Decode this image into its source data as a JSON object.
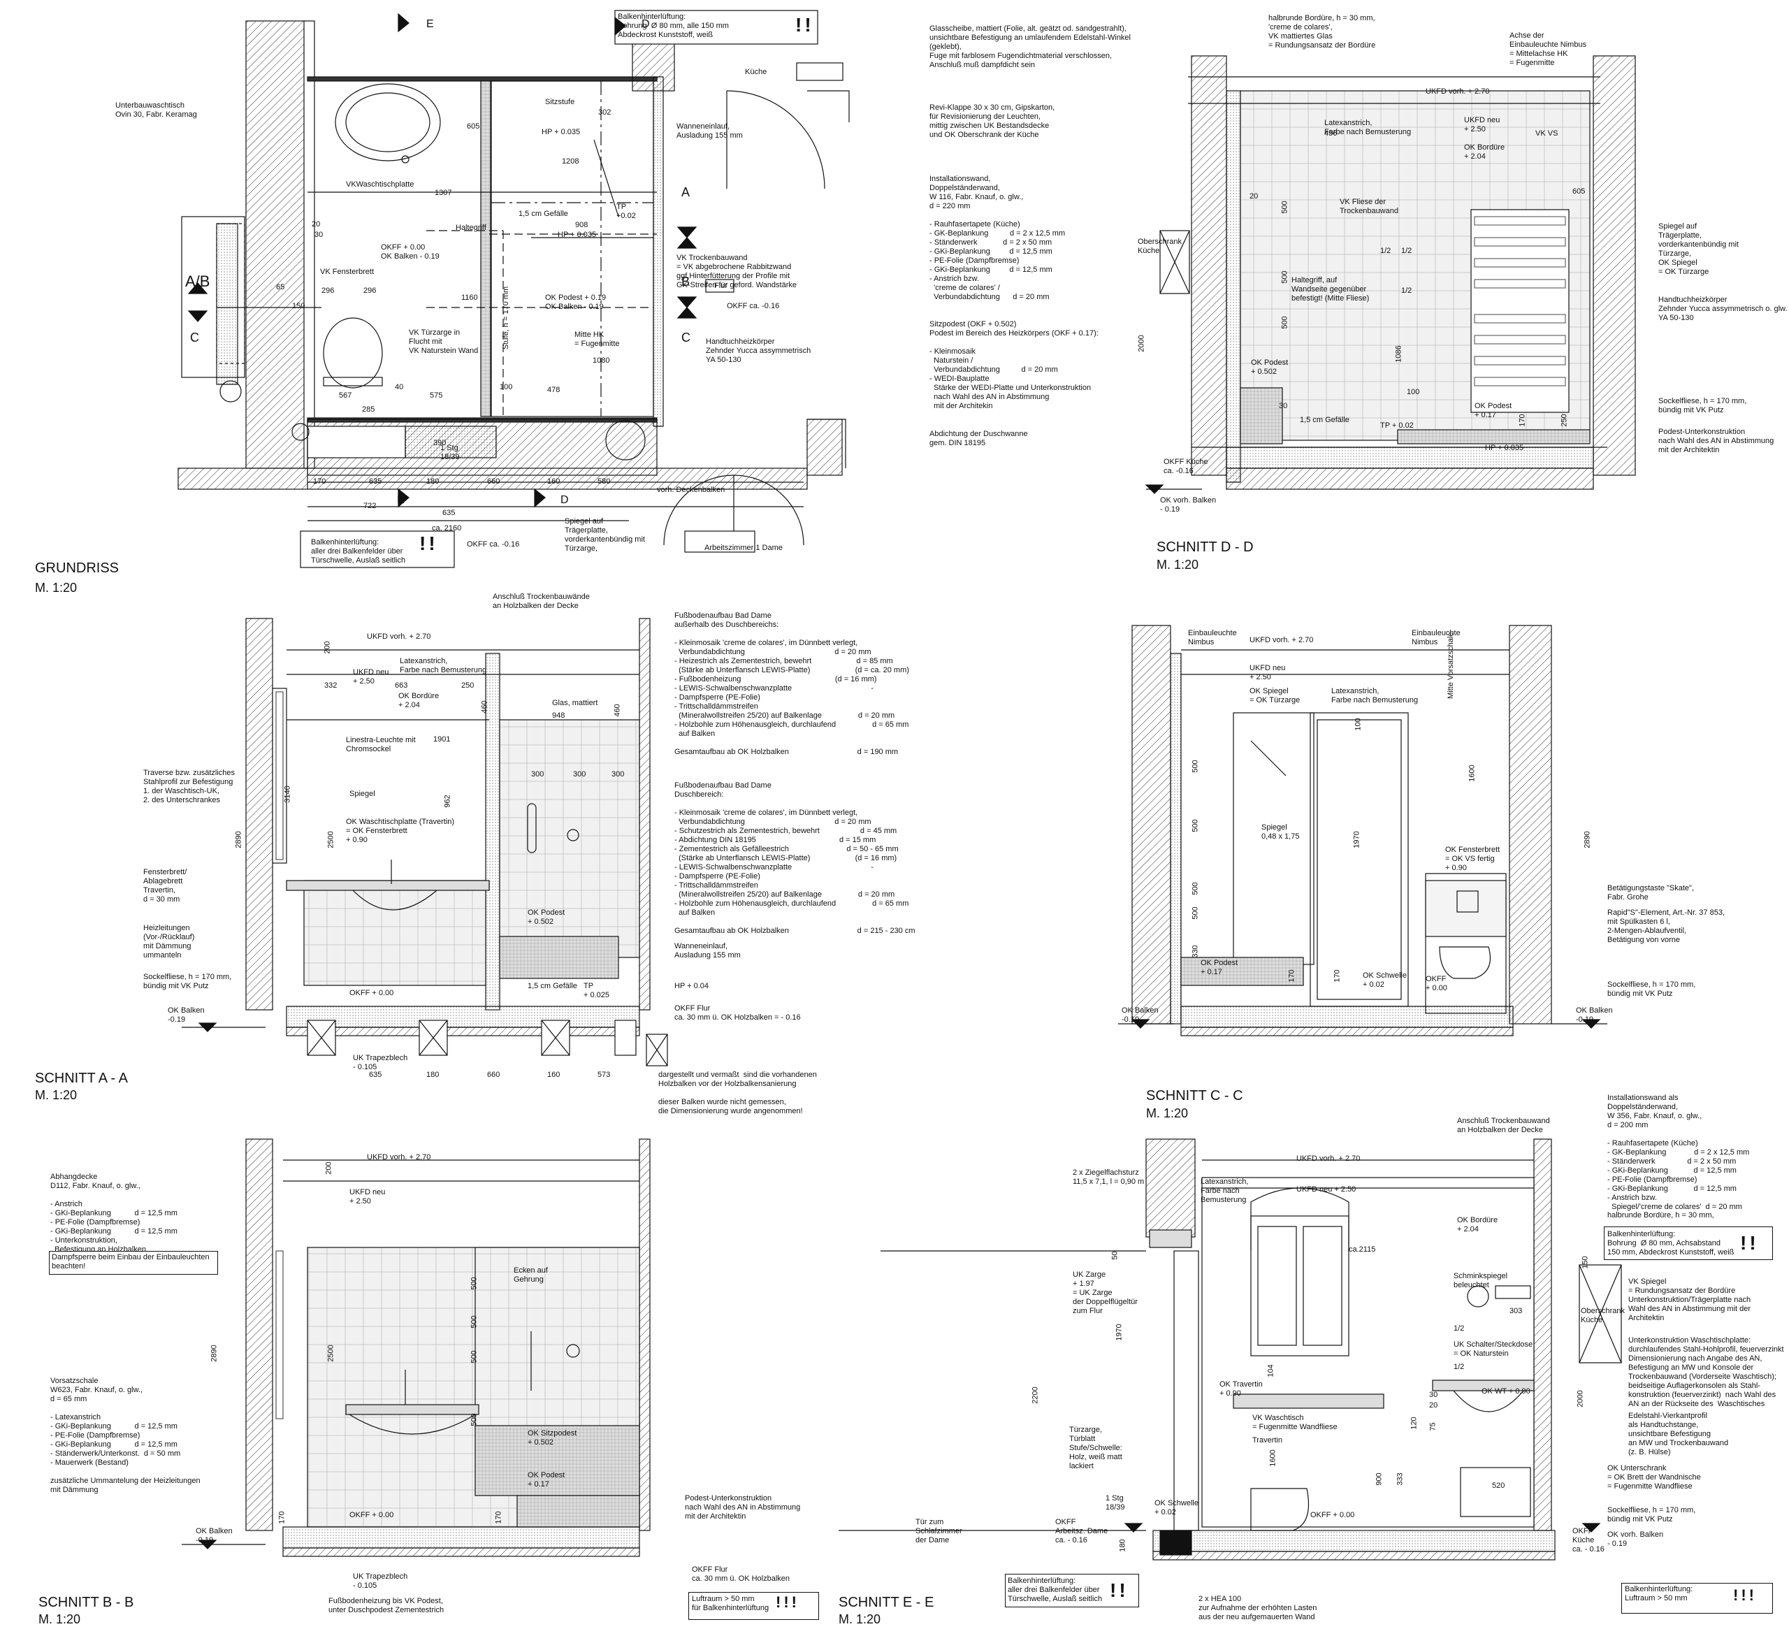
{
  "views": {
    "grundriss": {
      "title": "GRUNDRISS",
      "scale": "M. 1:20"
    },
    "schnitt_dd": {
      "title": "SCHNITT D - D",
      "scale": "M. 1:20"
    },
    "schnitt_aa": {
      "title": "SCHNITT A - A",
      "scale": "M. 1:20"
    },
    "schnitt_cc": {
      "title": "SCHNITT C - C",
      "scale": "M. 1:20"
    },
    "schnitt_bb": {
      "title": "SCHNITT B - B",
      "scale": "M. 1:20"
    },
    "schnitt_ee": {
      "title": "SCHNITT E - E",
      "scale": "M. 1:20"
    }
  },
  "grundriss_labels": {
    "ventilation_top": "Balkenhinterlüftung:\nBohrung  Ø 80 mm, alle 150 mm\nAbdeckrost Kunststoff, weiß",
    "kueche": "Küche",
    "washbasin": "Unterbauwaschtisch\nOvin 30, Fabr. Keramag",
    "vk_waschtisch": "VKWaschtischplatte",
    "sitzstufe": "Sitzstufe",
    "wanneneinlauf": "Wanneneinlauf,\nAusladung 155 mm",
    "hp1": "HP + 0.035",
    "hp2": "HP + 0.035",
    "tp": "TP\n+0.02",
    "gefaelle": "1,5 cm Gefälle",
    "haltegriff": "Haltegriff",
    "okff": "OKFF + 0.00\nOK Balken - 0.19",
    "vk_trocken": "VK Trockenbauwand\n= VK abgebrochene Rabbitzwand\nggf.Hinterfütterung der Profile mit\nGK-Streifen für geford. Wandstärke",
    "vk_fensterbrett": "VK Fensterbrett",
    "ok_podest": "OK Podest + 0.19\nOK Balken - 0.19",
    "flur": "Flur",
    "okff_flur": "OKFF ca. -0.16",
    "vk_tuerzarge": "VK Türzarge in\nFlucht mit\nVK Naturstein Wand",
    "mitte_hk": "Mitte HK\n= Fugenmitte",
    "handtuch": "Handtuchheizkörper\nZehnder Yucca assymmetrisch\nYA 50-130",
    "stg": "1 Stg\n18/39",
    "deckenbalken": "vorh. Deckenbalken",
    "ca2160": "ca. 2160",
    "ventilation_bottom": "Balkenhinterlüftung:\naller drei Balkenfelder über\nTürschwelle, Auslaß seitlich",
    "okff_ca": "OKFF ca. -0.16",
    "spiegel": "Spiegel auf\nTrägerplatte,\nvorderkantenbündig mit\nTürzarge,",
    "arbeitszimmer": "Arbeitszimmer 1 Dame",
    "stufe": "Stufe, h = 170 mm",
    "dims": [
      "1307",
      "605",
      "296",
      "296",
      "567",
      "575",
      "478",
      "635",
      "180",
      "660",
      "160",
      "580",
      "722",
      "635",
      "170",
      "302",
      "1208",
      "908",
      "20",
      "30",
      "40",
      "100",
      "285",
      "390",
      "150",
      "65",
      "1160",
      "1080"
    ]
  },
  "dd_labels": {
    "glass": "Glasscheibe, mattiert (Folie, alt. geätzt od. sandgestrahlt),\nunsichtbare Befestigung an umlaufendem Edelstahl-Winkel\n(geklebt),\nFuge mit farblosem Fugendichtmaterial verschlossen,\nAnschluß muß dampfdicht sein",
    "bordure": "halbrunde Bordüre, h = 30 mm,\n'creme de colares',\nVK mattiertes Glas\n= Rundungsansatz der Bordüre",
    "achse": "Achse der\nEinbauleuchte Nimbus\n= Mittelachse HK\n= Fugenmitte",
    "revi": "Revi-Klappe 30 x 30 cm, Gipskarton,\nfür Revisionierung der Leuchten,\nmittig zwischen UK Bestandsdecke\nund OK Oberschrank der Küche",
    "install": "Installationswand,\nDoppelständerwand,\nW 116, Fabr. Knauf, o. glw.,\nd = 220 mm\n\n- Rauhfasertapete (Küche)\n- GK-Beplankung          d = 2 x 12,5 mm\n- Ständerwerk            d = 2 x 50 mm\n- GKi-Beplankung         d = 12,5 mm\n- PE-Folie (Dampfbremse)\n- GKi-Beplankung         d = 12,5 mm\n- Anstrich bzw.\n  'creme de colares' /\n  Verbundabdichtung      d = 20 mm",
    "sitzpodest": "Sitzpodest (OKF + 0.502)\nPodest im Bereich des Heizkörpers (OKF + 0.17):\n\n- Kleinmosaik\n  Naturstein /\n  Verbundabdichtung          d = 20 mm\n- WEDI-Bauplatte\n  Stärke der WEDI-Platte und Unterkonstruktion\n  nach Wahl des AN in Abstimmung\n  mit der Architekin",
    "abdichtung": "Abdichtung der Duschwanne\ngem. DIN 18195",
    "ukfd_vorh": "UKFD vorh. + 2.70",
    "ukfd_neu": "UKFD neu\n+ 2.50",
    "latex": "Latexanstrich,\nFarbe nach Bemusterung",
    "ok_bordure": "OK Bordüre\n+ 2.04",
    "vk_vs": "VK VS",
    "vk_fliese": "VK Fliese der\nTrockenbauwand",
    "oberschrank": "Oberschrank\nKüche",
    "haltegriff": "Haltegriff, auf\nWandseite gegenüber\nbefestigt! (Mitte Fliese)",
    "spiegel": "Spiegel auf\nTrägerplatte,\nvorderkantenbündig mit\nTürzarge,\nOK Spiegel\n= OK Türzarge",
    "handtuch": "Handtuchheizkörper\nZehnder Yucca assymmetrisch o. glw.\nYA 50-130",
    "ok_podest_502": "OK Podest\n+ 0.502",
    "ok_podest_017": "OK Podest\n+ 0.17",
    "sockel": "Sockelfliese, h = 170 mm,\nbündig mit VK Putz",
    "podest_unter": "Podest-Unterkonstruktion\nnach Wahl des AN in Abstimmung\nmit der Architektin",
    "gefaelle": "1,5 cm Gefälle",
    "tp": "TP + 0.02",
    "hp": "HP + 0.035",
    "okff_kueche": "OKFF Küche\nca. -0.16",
    "ok_balken": "OK vorh. Balken\n- 0.19",
    "dims": [
      "456",
      "2000",
      "605",
      "1086",
      "500",
      "500",
      "500",
      "170",
      "250",
      "100",
      "30",
      "20",
      "1/2",
      "1/2",
      "1/2"
    ]
  },
  "aa_labels": {
    "anschluss": "Anschluß Trockenbauwände\nan Holzbalken der Decke",
    "fussboden1": "Fußbodenaufbau Bad Dame\naußerhalb des Duschbereichs:\n\n- Kleinmosaik 'creme de colares', im Dünnbett verlegt,\n  Verbundabdichtung                                          d = 20 mm\n- Heizestrich als Zementestrich, bewehrt                     d = 85 mm\n  (Stärke ab Unterflansch LEWIS-Platte)                     (d = ca. 20 mm)\n- Fußbodenheizung                                            (d = 16 mm)\n- LEWIS-Schwalbenschwanzplatte                                     -\n- Dampfsperre (PE-Folie)\n- Trittschalldämmstreifen\n  (Mineralwollstreifen 25/20) auf Balkenlage                 d = 20 mm\n- Holzbohle zum Höhenausgleich, durchlaufend                 d = 65 mm\n  auf Balken\n\nGesamtaufbau ab OK Holzbalken                                d = 190 mm",
    "fussboden2": "Fußbodenaufbau Bad Dame\nDuschbereich:\n\n- Kleinmosaik 'creme de colares', im Dünnbett verlegt,\n  Verbundabdichtung                                          d = 20 mm\n- Schutzestrich als Zementestrich, bewehrt                   d = 45 mm\n- Abdichtung DIN 18195                                       d = 15 mm\n- Zementestrich als Gefälleestrich                           d = 50 - 65 mm\n  (Stärke ab Unterflansch LEWIS-Platte)                     (d = 16 mm)\n- LEWIS-Schwalbenschwanzplatte                                     -\n- Dampfsperre (PE-Folie)\n- Trittschalldämmstreifen\n  (Mineralwollstreifen 25/20) auf Balkenlage                 d = 20 mm\n- Holzbohle zum Höhenausgleich, durchlaufend                 d = 65 mm\n  auf Balken\n\nGesamtaufbau ab OK Holzbalken                                d = 215 - 230 cm",
    "traverse": "Traverse bzw. zusätzliches\nStahlprofil zur Befestigung\n1. der Waschtisch-UK,\n2. des Unterschrankes",
    "fensterbrett": "Fensterbrett/\nAblagebrett\nTravertin,\nd = 30 mm",
    "heizleitungen": "Heizleitungen\n(Vor-/Rücklauf)\nmit Dämmung\nummanteln",
    "sockel": "Sockelfliese, h = 170 mm,\nbündig mit VK Putz",
    "ok_balken": "OK Balken\n-0.19",
    "ukfd_vorh": "UKFD vorh. + 2.70",
    "ukfd_neu": "UKFD neu\n+ 2.50",
    "latex": "Latexanstrich,\nFarbe nach Bemusterung",
    "ok_bordure": "OK Bordüre\n+ 2.04",
    "linestra": "Linestra-Leuchte mit\nChromsockel",
    "spiegel": "Spiegel",
    "ok_wt": "OK Waschtischplatte (Travertin)\n= OK Fensterbrett\n+ 0.90",
    "glas": "Glas, mattiert",
    "ok_podest": "OK Podest\n+ 0.502",
    "wanneneinlauf": "Wanneneinlauf,\nAusladung 155 mm",
    "hp": "HP + 0.04",
    "gefaelle": "1,5 cm Gefälle",
    "tp": "TP\n+ 0.025",
    "okff_flur": "OKFF Flur\nca. 30 mm ü. OK Holzbalken = - 0.16",
    "okff": "OKFF + 0.00",
    "uk_trapez": "UK Trapezblech\n- 0.105",
    "note": "dargestellt und vermaßt  sind die vorhandenen\nHolzbalken vor der Holzbalkensanierung\n\ndieser Balken wurde nicht gemessen,\ndie Dimensionierung wurde angenommen!",
    "dims": [
      "635",
      "180",
      "660",
      "160",
      "573",
      "332",
      "663",
      "250",
      "948",
      "1901",
      "2890",
      "3140",
      "2500",
      "962",
      "300",
      "300",
      "300",
      "200",
      "460",
      "460"
    ]
  },
  "cc_labels": {
    "einbau1": "Einbauleuchte\nNimbus",
    "einbau2": "Einbauleuchte\nNimbus",
    "ukfd_vorh": "UKFD vorh. + 2.70",
    "ukfd_neu": "UKFD neu\n+ 2.50",
    "ok_spiegel": "OK Spiegel\n= OK Türzarge",
    "latex": "Latexanstrich,\nFarbe nach Bemusterung",
    "mitte_vs": "Mitte Vorsatzschale",
    "spiegel": "Spiegel\n0,48 x 1,75",
    "ok_fensterbrett": "OK Fensterbrett\n= OK VS fertig\n+ 0.90",
    "betaetigung": "Betätigungstaste \"Skate\",\nFabr. Grohe",
    "rapid": "Rapid\"S\"-Element, Art.-Nr. 37 853,\nmit Spülkasten 6 l,\n2-Mengen-Ablaufventil,\nBetätigung von vorne",
    "sockel": "Sockelfliese, h = 170 mm,\nbündig mit VK Putz",
    "ok_podest": "OK Podest\n+ 0.17",
    "ok_schwelle": "OK Schwelle\n+ 0.02",
    "okff": "OKFF\n+ 0.00",
    "ok_balken_l": "OK Balken\n-0.19",
    "ok_balken_r": "OK Balken\n-0.19",
    "dims": [
      "2890",
      "1970",
      "1600",
      "500",
      "500",
      "500",
      "500",
      "330",
      "170",
      "170",
      "100"
    ]
  },
  "bb_labels": {
    "abhangdecke": "Abhangdecke\nD112, Fabr. Knauf, o. glw.,\n\n- Anstrich\n- GKi-Beplankung           d = 12,5 mm\n- PE-Folie (Dampfbremse)\n- GKi-Beplankung           d = 12,5 mm\n- Unterkonstruktion,\n  Befestigung an Holzbalken",
    "dampfsperre": "Dampfsperre beim Einbau der Einbauleuchten\nbeachten!",
    "vorsatz": "Vorsatzschale\nW623, Fabr. Knauf, o. glw.,\nd = 65 mm\n\n- Latexanstrich\n- GKi-Beplankung           d = 12,5 mm\n- PE-Folie (Dampfbremse)\n- GKi-Beplankung           d = 12,5 mm\n- Ständerwerk/Unterkonst.  d = 50 mm\n- Mauerwerk (Bestand)\n\nzusätzliche Ummantelung der Heizleitungen\nmit Dämmung",
    "ukfd_vorh": "UKFD vorh. + 2.70",
    "ukfd_neu": "UKFD neu\n+ 2.50",
    "ecken": "Ecken auf\nGehrung",
    "ok_sitz": "OK Sitzpodest\n+ 0.502",
    "ok_podest": "OK Podest\n+ 0.17",
    "podest_unter": "Podest-Unterkonstruktion\nnach Wahl des AN in Abstimmung\nmit der Architektin",
    "okff": "OKFF + 0.00",
    "ok_balken": "OK Balken\n-0.19",
    "uk_trapez": "UK Trapezblech\n- 0.105",
    "fussboden": "Fußbodenheizung bis VK Podest,\nunter Duschpodest Zementestrich",
    "okff_flur": "OKFF Flur\nca. 30 mm ü. OK Holzbalken",
    "luftraum": "Luftraum > 50 mm\nfür Balkenhinterlüftung",
    "dims": [
      "2890",
      "2500",
      "500",
      "500",
      "500",
      "500",
      "200",
      "170",
      "170"
    ]
  },
  "ee_labels": {
    "anschluss": "Anschluß Trockenbauwand\nan Holzbalken der Decke",
    "install": "Installationswand als\nDoppelständerwand,\nW 356, Fabr. Knauf, o. glw.,\nd = 200 mm\n\n- Rauhfasertapete (Küche)\n- GK-Beplankung             d = 2 x 12,5 mm\n- Ständerwerk               d = 2 x 50 mm\n- GKi-Beplankung            d = 12,5 mm\n- PE-Folie (Dampfbremse)\n- GKi-Beplankung            d = 12,5 mm\n- Anstrich bzw.\n  Spiegel/'creme de colares'  d = 20 mm",
    "ziegel": "2 x Ziegelflachsturz\n11,5 x 7,1, l = 0,90 m",
    "latex": "Latexanstrich,\nFarbe nach\nBemusterung",
    "ukfd_vorh": "UKFD vorh. + 2.70",
    "ukfd_neu": "UKFD neu + 2.50",
    "ok_bordure": "OK Bordüre\n+ 2.04",
    "halbrunde": "halbrunde Bordüre, h = 30 mm,",
    "ventilation": "Balkenhinterlüftung:\nBohrung  Ø 80 mm, Achsabstand\n150 mm, Abdeckrost Kunststoff, weiß",
    "vk_spiegel": "VK Spiegel\n= Rundungsansatz der Bordüre\nUnterkonstruktion/Trägerplatte nach\nWahl des AN in Abstimmung mit der\nArchitektin",
    "oberschrank": "Oberschrank\nKüche",
    "uk_zarge": "UK Zarge\n+ 1.97\n= UK Zarge\nder Doppelflügeltür\nzum Flur",
    "schminkspiegel": "Schminkspiegel\nbeleuchtet",
    "ca2115": "ca.2115",
    "uk_schalter": "UK Schalter/Steckdose\n= OK Naturstein",
    "unterkonst": "Unterkonstruktion Waschtischplatte:\ndurchlaufendes Stahl-Hohlprofil, feuerverzinkt\nDimensionierung nach Angabe des AN,\nBefestigung an MW und Konsole der\nTrockenbauwand (Vorderseite Waschtisch);\nbeidseitige Auflagerkonsolen als Stahl-\nkonstruktion (feuerverzinkt)  nach Wahl des\nAN an der Rückseite des  Waschtisches",
    "ok_travertin": "OK Travertin\n+ 0.90",
    "ok_wt": "OK WT + 0.90",
    "edelstahl": "Edelstahl-Vierkantprofil\nals Handtuchstange,\nunsichtbare Befestigung\nan MW und Trockenbauwand\n(z. B. Hülse)",
    "vk_waschtisch": "VK Waschtisch\n= Fugenmitte Wandfliese",
    "travertin": "Travertin",
    "ok_unterschrank": "OK Unterschrank\n= OK Brett der Wandnische\n= Fugenmitte Wandfliese",
    "tuerzarge": "Türzarge,\nTürblatt\nStufe/Schwelle:\nHolz, weiß matt\nlackiert",
    "stg": "1 Stg\n18/39",
    "ok_schwelle": "OK Schwelle\n+ 0.02",
    "okff": "OKFF + 0.00",
    "okff_arbeitsz": "OKFF\nArbeitsz. Dame\nca. - 0.16",
    "tuer_schlaf": "Tür zum\nSchlafzimmer\nder Dame",
    "sockel": "Sockelfliese, h = 170 mm,\nbündig mit VK Putz",
    "okff_kueche": "OKFF\nKüche\nca. - 0.16",
    "ok_balken": "OK vorh. Balken\n- 0.19",
    "ventilation2": "Balkenhinterlüftung:\naller drei Balkenfelder über\nTürschwelle, Auslaß seitlich",
    "hea": "2 x HEA 100\nzur Aufnahme der erhöhten Lasten\naus der neu aufgemauerten Wand",
    "luftraum": "Balkenhinterlüftung:\nLuftraum > 50 mm",
    "dims": [
      "2200",
      "1970",
      "1600",
      "104",
      "900",
      "333",
      "303",
      "520",
      "150",
      "2000",
      "30",
      "120",
      "75",
      "20",
      "1/2",
      "1/2",
      "180",
      "50"
    ]
  },
  "section_markers": {
    "a": "A",
    "b": "B",
    "c": "C",
    "d": "D",
    "e": "E",
    "ab": "A/B"
  },
  "warn_mark": "!!",
  "warn_mark3": "!!!"
}
